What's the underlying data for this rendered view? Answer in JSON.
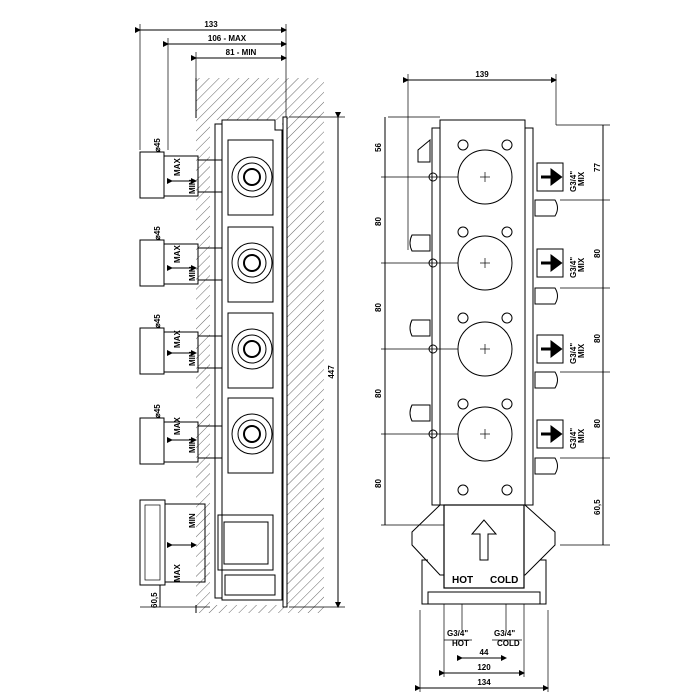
{
  "side_view": {
    "dim_overall_depth": "133",
    "dim_max_depth": "106 - MAX",
    "dim_min_depth": "81 - MIN",
    "dim_total_height": "447",
    "dim_bottom_offset": "60,5",
    "knob_diameter": "⌀45",
    "label_max": "MAX",
    "label_min": "MIN"
  },
  "front_view": {
    "dim_width_top": "139",
    "dim_first_spacing": "56",
    "dim_spacing": "80",
    "dim_outlet_top": "77",
    "dim_outlet_bottom": "60,5",
    "outlet_thread": "G3/4\"",
    "outlet_label": "MIX",
    "label_hot": "HOT",
    "label_cold": "COLD",
    "inlet_thread": "G3/4\"",
    "dim_inlet_spacing": "44",
    "dim_width_120": "120",
    "dim_width_134": "134"
  }
}
